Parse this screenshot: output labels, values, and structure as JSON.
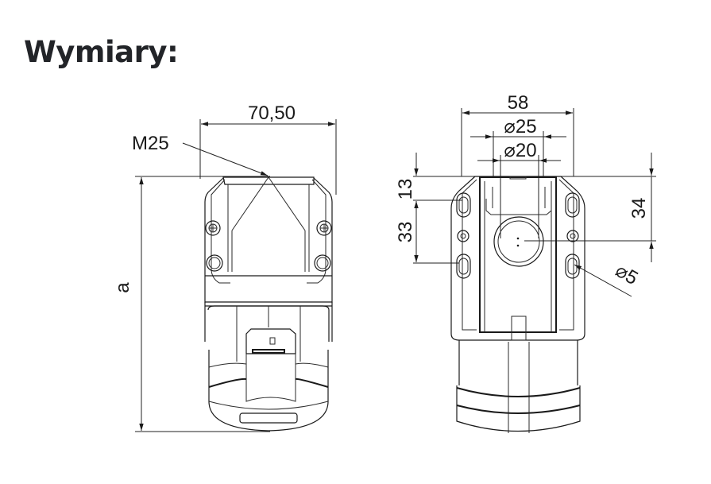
{
  "page": {
    "title": "Wymiary:"
  },
  "front_view": {
    "width_label": "70,50",
    "thread_label": "M25",
    "height_label": "a"
  },
  "side_view": {
    "width_label": "58",
    "diameter_outer_label": "⌀25",
    "diameter_inner_label": "⌀20",
    "top_offset_label": "13",
    "hole_spacing_label": "33",
    "center_height_label": "34",
    "hole_diameter_label": "⌀5"
  },
  "colors": {
    "line": "#1a1a1a",
    "title": "#222428",
    "background": "#ffffff"
  }
}
